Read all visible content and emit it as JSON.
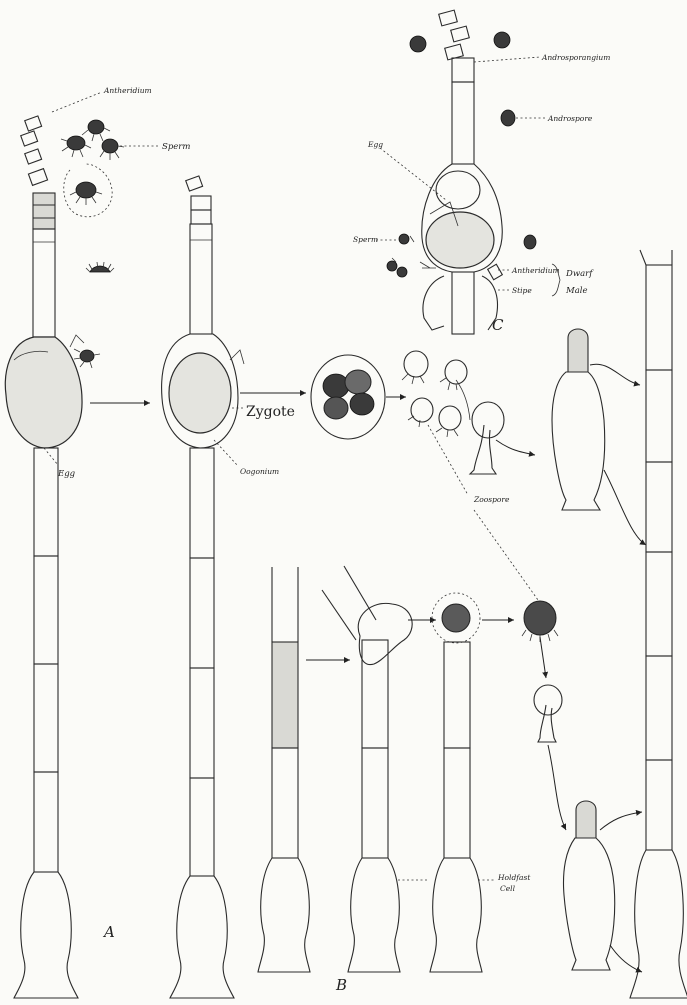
{
  "labels": {
    "antheridium_a": "Antheridium",
    "sperm_a": "Sperm",
    "egg_a": "Egg",
    "zygote": "Zygote",
    "oogonium": "Oogonium",
    "zoospore": "Zoospore",
    "holdfast": "Holdfast",
    "holdfast2": "Cell",
    "androsporangium": "Androsporangium",
    "androspore": "Androspore",
    "egg_c": "Egg",
    "sperm_c": "Sperm",
    "antheridium_c": "Antheridium",
    "stipe": "Stipe",
    "dwarf": "Dwarf",
    "male": "Male"
  },
  "panels": {
    "a": "A",
    "b": "B",
    "c": "C"
  }
}
